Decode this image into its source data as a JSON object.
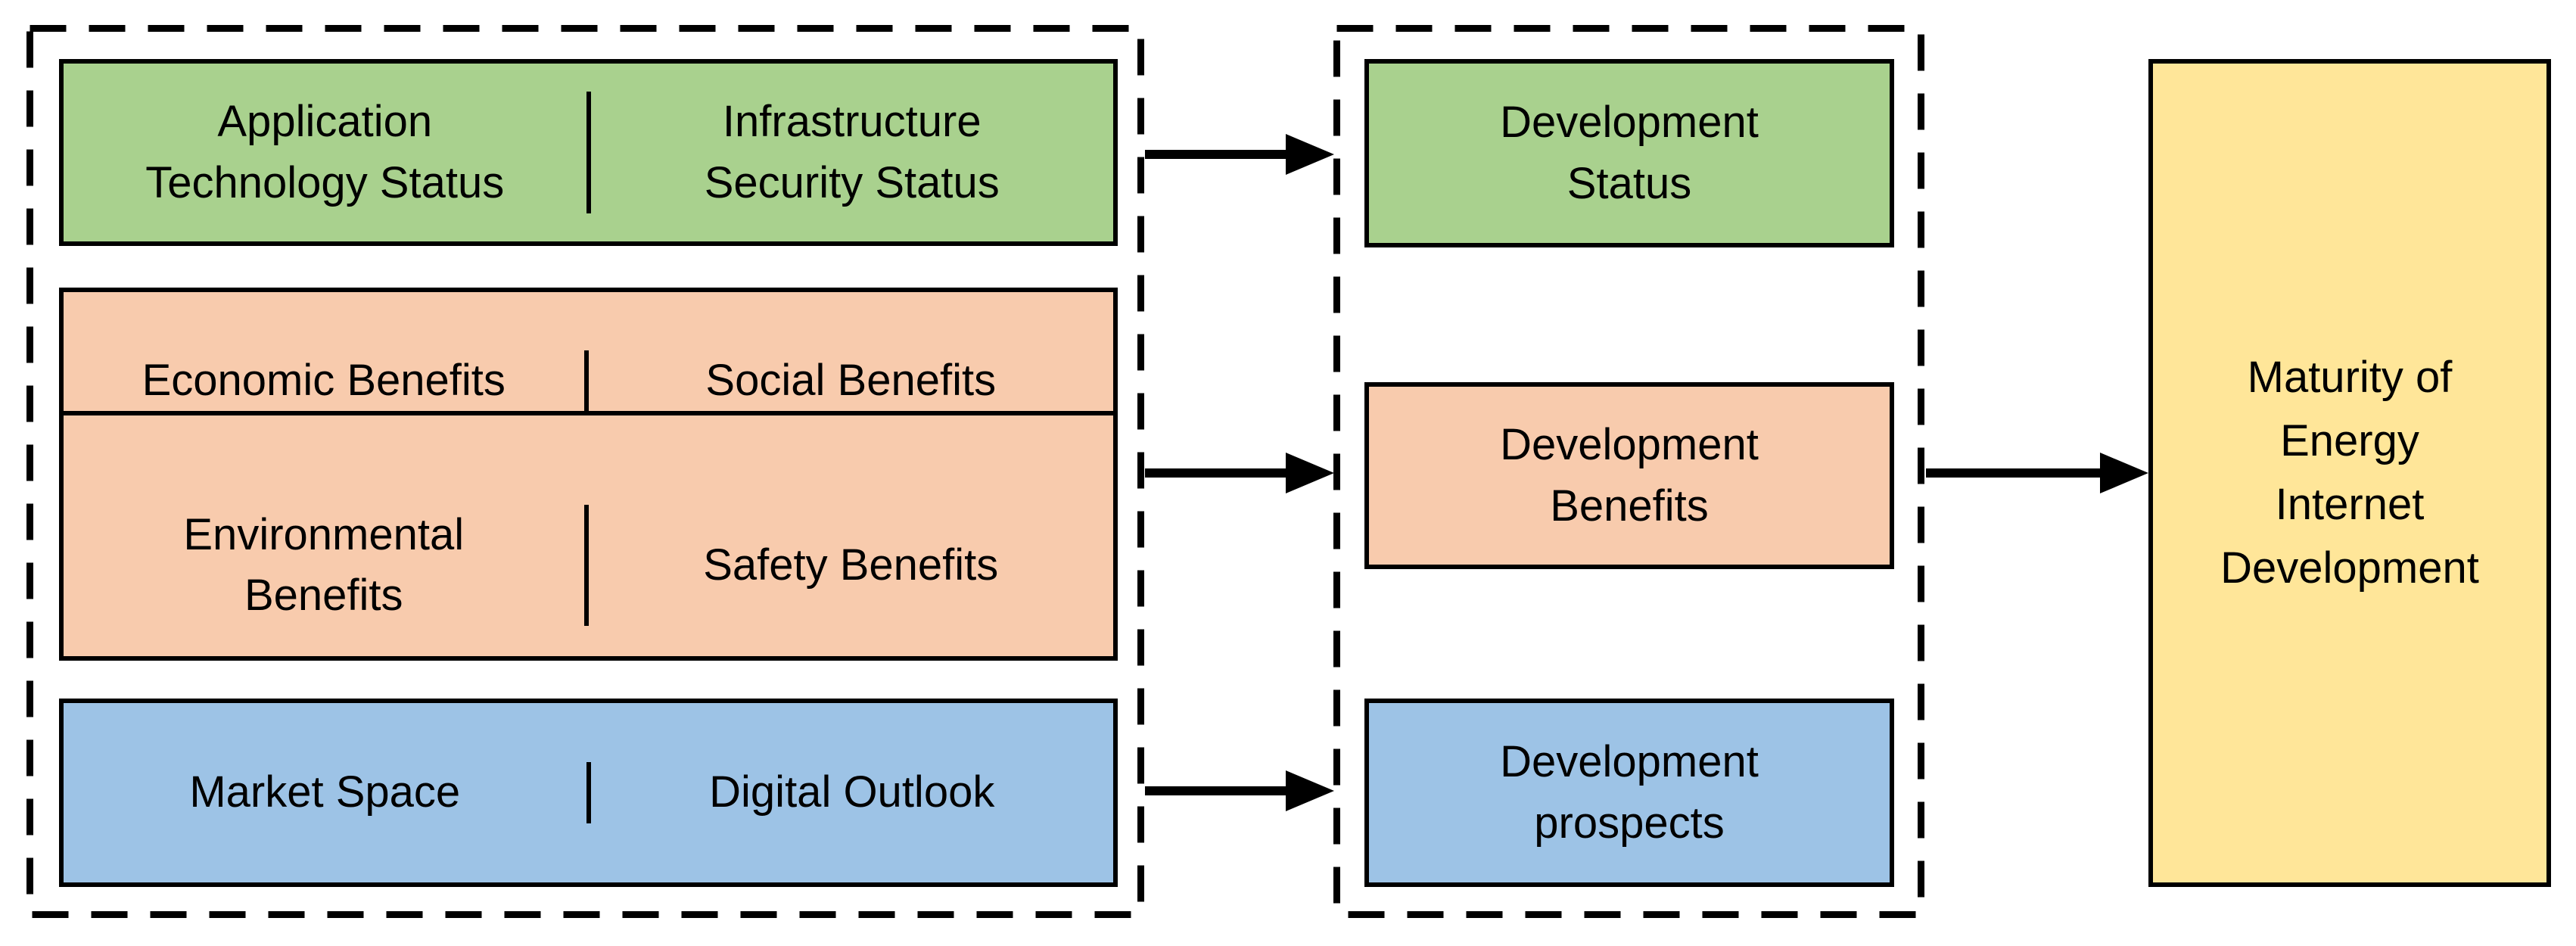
{
  "colors": {
    "background": "#ffffff",
    "green": "#a9d18e",
    "orange": "#f8cbad",
    "blue": "#9dc3e6",
    "yellow": "#ffe699",
    "border": "#000000",
    "arrow": "#000000"
  },
  "left": {
    "status_cells": [
      "Application\nTechnology Status",
      "Infrastructure\nSecurity Status"
    ],
    "benefit_cells": [
      "Economic Benefits",
      "Social Benefits",
      "Environmental\nBenefits",
      "Safety Benefits"
    ],
    "prospect_cells": [
      "Market Space",
      "Digital Outlook"
    ]
  },
  "middle": {
    "status": "Development\nStatus",
    "benefits": "Development\nBenefits",
    "prospects": "Development\nprospects"
  },
  "result": {
    "label": "Maturity of\nEnergy\nInternet\nDevelopment"
  }
}
